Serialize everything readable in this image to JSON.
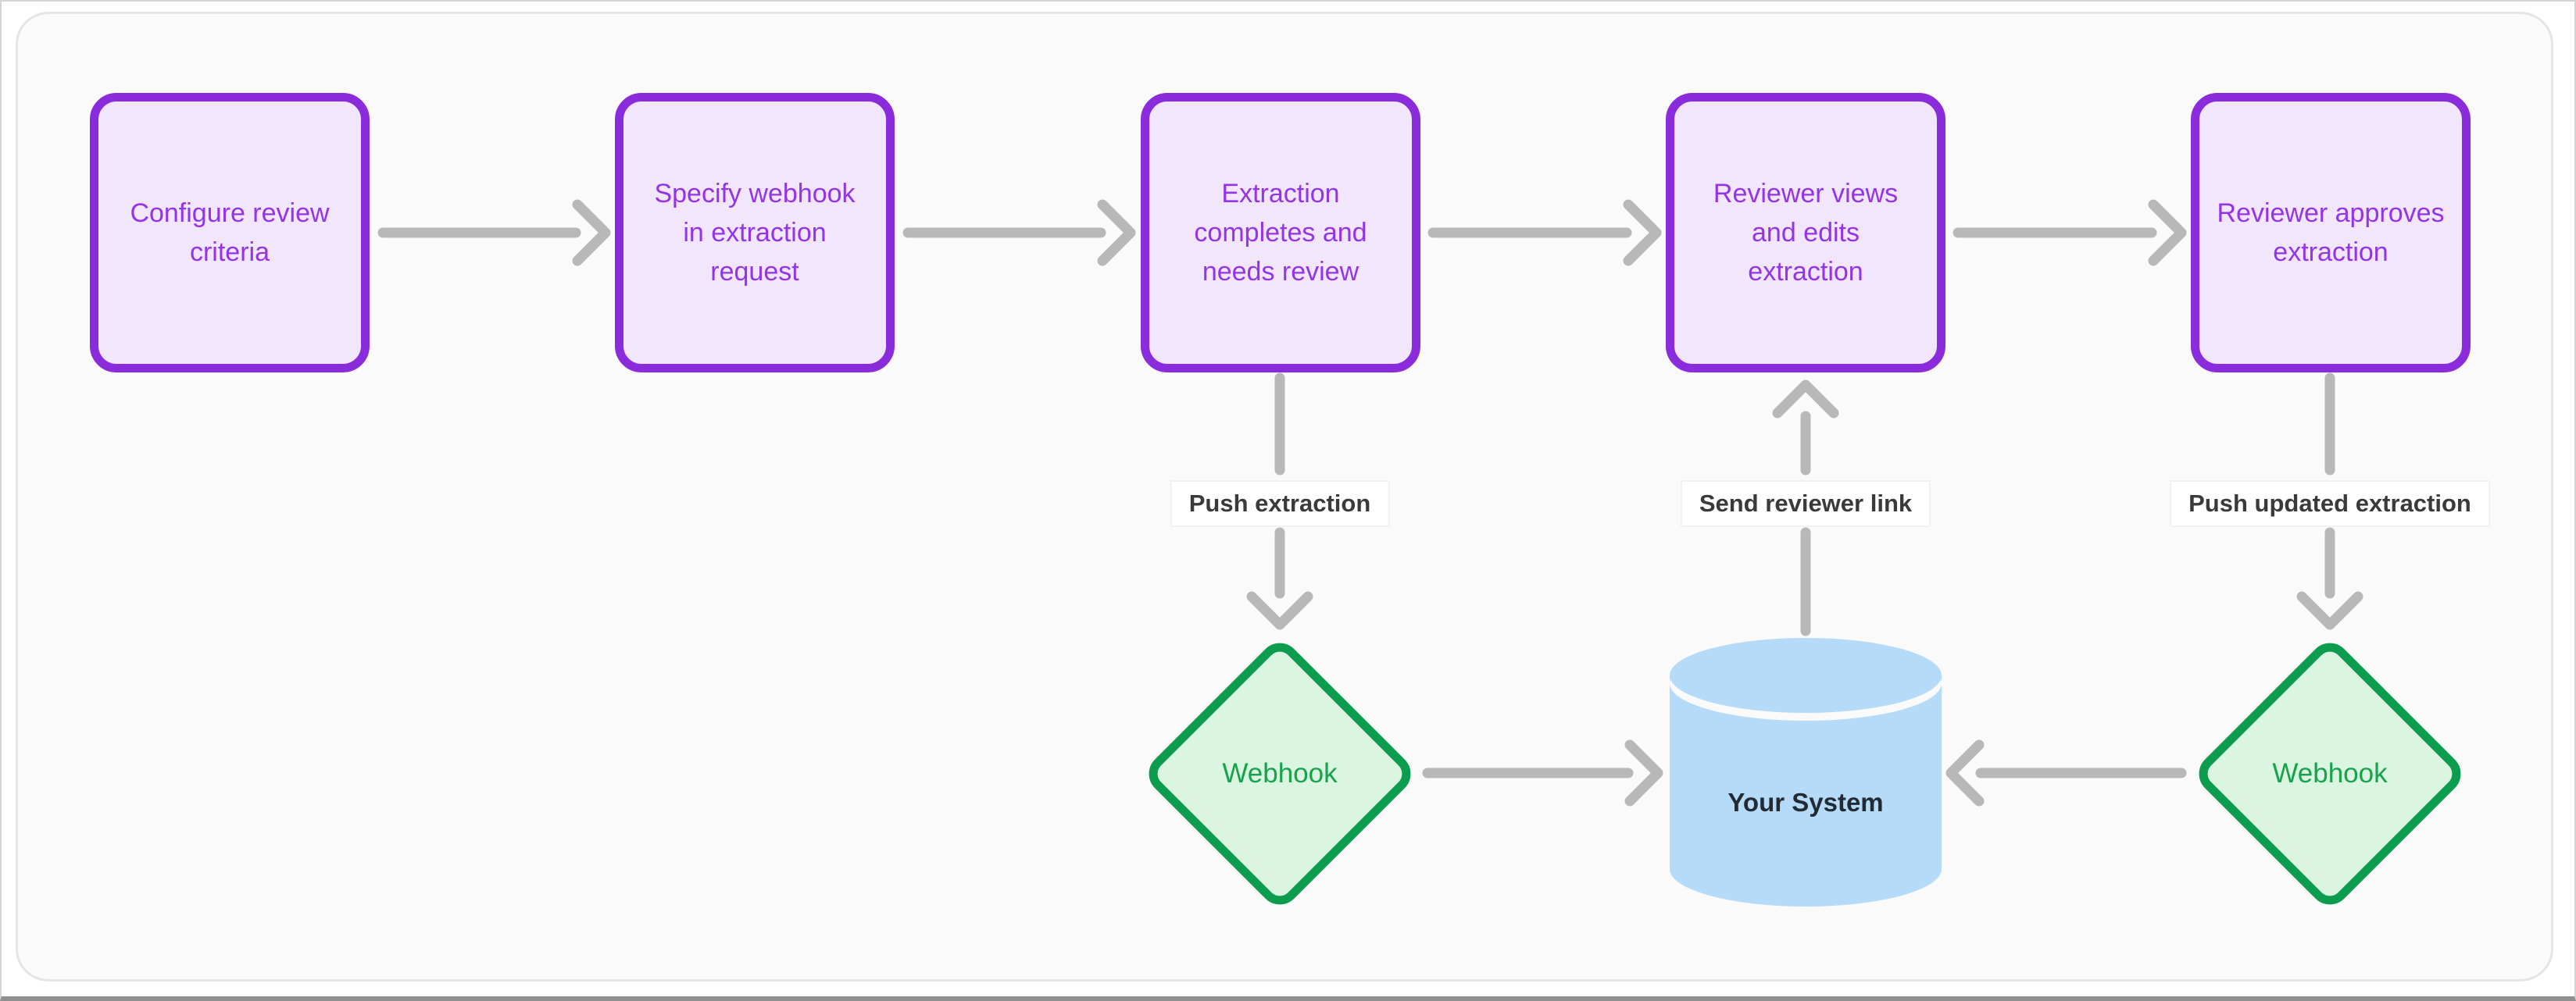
{
  "flow": {
    "steps": [
      {
        "label": "Configure review\ncriteria"
      },
      {
        "label": "Specify webhook\nin extraction\nrequest"
      },
      {
        "label": "Extraction\ncompletes and\nneeds review"
      },
      {
        "label": "Reviewer views\nand edits\nextraction"
      },
      {
        "label": "Reviewer approves\nextraction"
      }
    ],
    "webhook_left": {
      "label": "Webhook"
    },
    "webhook_right": {
      "label": "Webhook"
    },
    "your_system": {
      "label": "Your System"
    },
    "edge_labels": {
      "push_extraction": "Push extraction",
      "send_reviewer_link": "Send reviewer link",
      "push_updated_extraction": "Push updated extraction"
    },
    "colors": {
      "step_border": "#8a2bdc",
      "step_fill": "#f2e6fc",
      "step_text": "#9333ea",
      "webhook_border": "#0b9c4d",
      "webhook_fill": "#daf5e0",
      "webhook_text": "#16a34a",
      "system_fill": "#b6dbf9",
      "arrow": "#b8b8b8",
      "panel_bg": "#fafafa"
    }
  }
}
